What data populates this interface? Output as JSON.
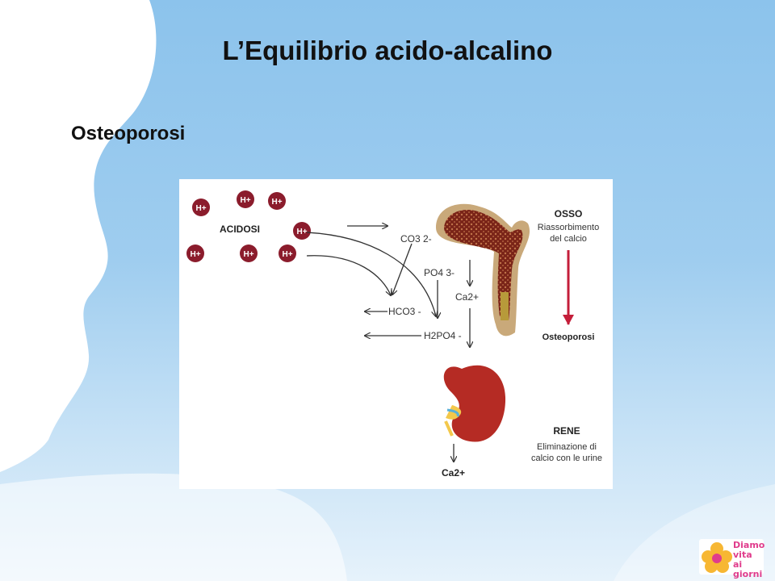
{
  "slide": {
    "title": "L’Equilibrio acido-alcalino",
    "subtitle": "Osteoporosi"
  },
  "diagram": {
    "ion_label": "H+",
    "acidosi_label": "ACIDOSI",
    "ions": [
      "CO3 2-",
      "PO4 3-",
      "Ca2+",
      "HCO3 -",
      "H2PO4 -",
      "Ca2+"
    ],
    "osso": {
      "heading": "OSSO",
      "line1": "Riassorbimento",
      "line2": "del calcio",
      "result": "Osteoporosi"
    },
    "rene": {
      "heading": "RENE",
      "line1": "Eliminazione di",
      "line2": "calcio con le urine"
    }
  },
  "logo": {
    "line1": "Diamo",
    "line2": "vita ai",
    "line3": "giorni"
  },
  "colors": {
    "ion_red": "#8b1c2c",
    "arrow_red": "#c41e3a",
    "bone_tan": "#c9a97a",
    "marrow": "#8a2a1e",
    "kidney": "#b52b24",
    "logo_pink": "#e03c8c",
    "logo_yellow": "#f7b733"
  }
}
